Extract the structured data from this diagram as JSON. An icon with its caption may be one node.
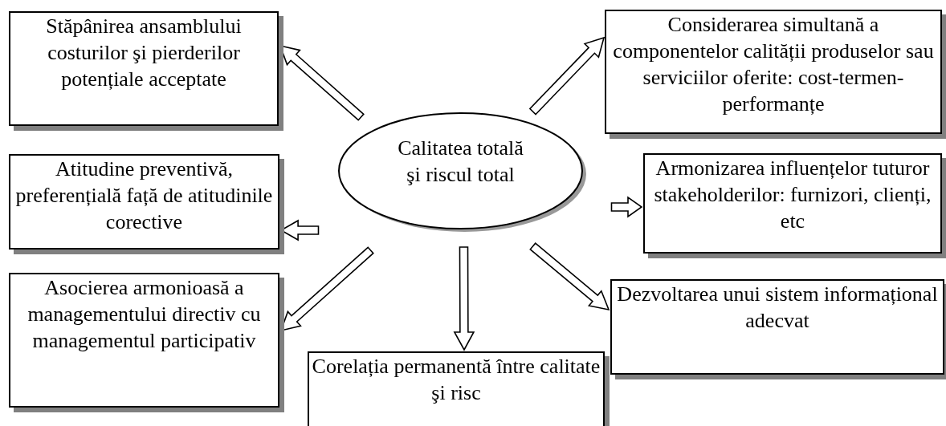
{
  "diagram": {
    "nodes": [
      {
        "text": [
          "Calitatea totală şi riscul total"
        ]
      },
      {
        "text": [
          "Stăpânirea ansamblului costurilor şi pierderilor potențiale acceptate"
        ]
      },
      {
        "text": [
          "Considerarea simultană a componentelor calității produselor sau serviciilor oferite: cost-termen-performanțe"
        ]
      },
      {
        "text": [
          "Atitudine preventivă, preferențială față de atitudinile corective"
        ]
      },
      {
        "text": [
          "Armonizarea influențelor tuturor stakeholderilor: furnizori, clienți, etc"
        ]
      },
      {
        "text": [
          "Asocierea armonioasă a managementului directiv cu managementul participativ"
        ]
      },
      {
        "text": [
          "Corelația permanentă între calitate şi risc"
        ]
      },
      {
        "text": [
          "Dezvoltarea unui sistem informațional adecvat"
        ]
      }
    ],
    "edges": [
      {
        "from": 0,
        "to": 1,
        "arrow": "to"
      },
      {
        "from": 0,
        "to": 2,
        "arrow": "to"
      },
      {
        "from": 0,
        "to": 3,
        "arrow": "to"
      },
      {
        "from": 0,
        "to": 4,
        "arrow": "to"
      },
      {
        "from": 0,
        "to": 5,
        "arrow": "to"
      },
      {
        "from": 0,
        "to": 6,
        "arrow": "to"
      },
      {
        "from": 0,
        "to": 7,
        "arrow": "to"
      }
    ]
  }
}
